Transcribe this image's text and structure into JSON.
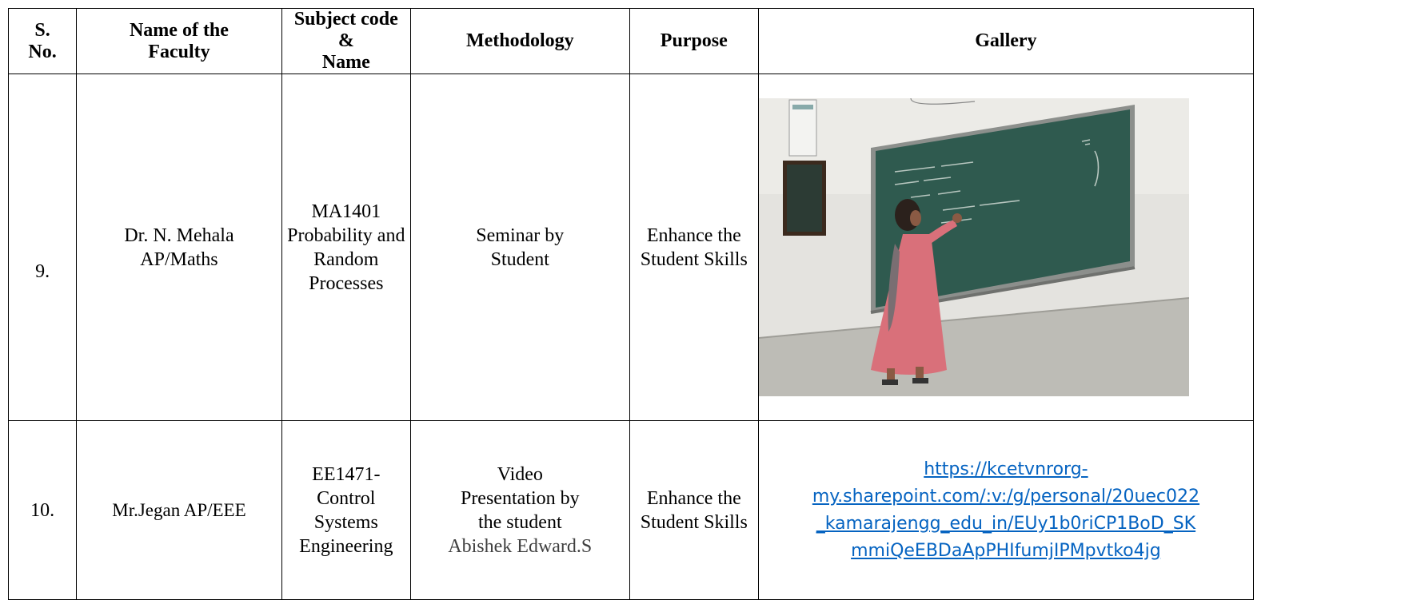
{
  "table": {
    "headers": {
      "sno": "S.\nNo.",
      "faculty": "Name of the\nFaculty",
      "subject": "Subject code &\nName",
      "methodology": "Methodology",
      "purpose": "Purpose",
      "gallery": "Gallery"
    },
    "rows": [
      {
        "sno": "9.",
        "faculty": "Dr. N. Mehala\nAP/Maths",
        "subject": "MA1401\nProbability and\nRandom\nProcesses",
        "methodology": "Seminar by\nStudent",
        "purpose": "Enhance the\nStudent Skills",
        "gallery_image": "photo of a woman in pink dress writing on a green chalkboard"
      },
      {
        "sno": "10.",
        "faculty": "Mr.Jegan AP/EEE",
        "subject": "EE1471-\nControl\nSystems\nEngineering",
        "methodology": "Video\nPresentation by\nthe student",
        "methodology_student": "Abishek Edward.S",
        "purpose": "Enhance the\nStudent Skills",
        "gallery_link": "https://kcetvnrorg-\nmy.sharepoint.com/:v:/g/personal/20uec022\n_kamarajengg_edu_in/EUy1b0riCP1BoD_SK\nmmiQeEBDaApPHIfumjIPMpvtko4jg"
      }
    ]
  },
  "colors": {
    "link": "#0563c1",
    "border": "#000000",
    "chalkboard": "#2f5a4f"
  }
}
